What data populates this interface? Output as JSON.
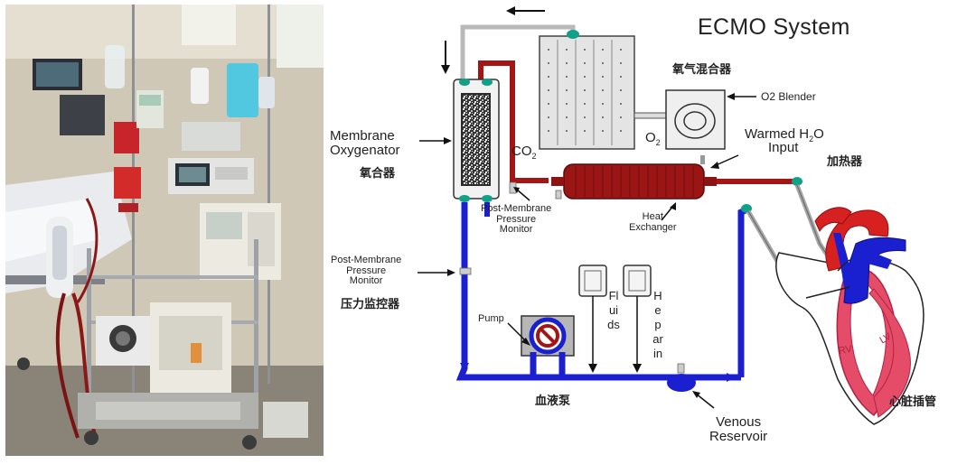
{
  "diagram": {
    "title": "ECMO System",
    "labels": {
      "membrane_oxygenator": "Membrane\nOxygenator",
      "membrane_oxygenator_zh": "氧合器",
      "co2_base": "CO",
      "co2_sub": "2",
      "o2_base": "O",
      "o2_sub": "2",
      "o2_blender_zh": "氧气混合器",
      "o2_blender": "O2 Blender",
      "warmed_h2o_a": "Warmed H",
      "warmed_h2o_sub": "2",
      "warmed_h2o_b": "O",
      "warmed_input": "Input",
      "heater_zh": "加热器",
      "post_membrane_right": "Post-Membrane\nPressure\nMonitor",
      "heat_exchanger": "Heat\nExchanger",
      "post_membrane_left": "Post-Membrane\nPressure\nMonitor",
      "pressure_monitor_zh": "压力监控器",
      "pump": "Pump",
      "pump_zh": "血液泵",
      "fluids": "Fluids",
      "heparin": "Heparin",
      "venous_reservoir": "Venous\nReservoir",
      "cannula_zh": "心脏插管",
      "rv": "RV",
      "lv": "LV"
    }
  },
  "colors": {
    "venous_blue": "#1a1fcf",
    "arterial_red": "#a41616",
    "grey_line": "#b9b9b9",
    "teal_connector": "#11a088"
  }
}
